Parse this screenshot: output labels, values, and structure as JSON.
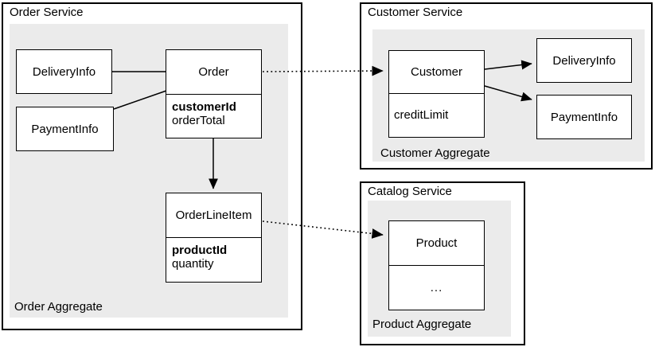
{
  "colors": {
    "aggregate_bg": "#ebebeb",
    "box_bg": "#ffffff",
    "border": "#000000",
    "line": "#000000"
  },
  "order_service": {
    "title": "Order Service",
    "aggregate_label": "Order Aggregate",
    "entities": {
      "delivery_info": "DeliveryInfo",
      "payment_info": "PaymentInfo",
      "order": {
        "name": "Order",
        "key_attr": "customerId",
        "attr": "orderTotal"
      },
      "order_line_item": {
        "name": "OrderLineItem",
        "key_attr": "productId",
        "attr": "quantity"
      }
    }
  },
  "customer_service": {
    "title": "Customer Service",
    "aggregate_label": "Customer Aggregate",
    "entities": {
      "customer": {
        "name": "Customer",
        "attr": "creditLimit"
      },
      "delivery_info": "DeliveryInfo",
      "payment_info": "PaymentInfo"
    }
  },
  "catalog_service": {
    "title": "Catalog Service",
    "aggregate_label": "Product Aggregate",
    "entities": {
      "product": {
        "name": "Product",
        "attr": "..."
      }
    }
  }
}
